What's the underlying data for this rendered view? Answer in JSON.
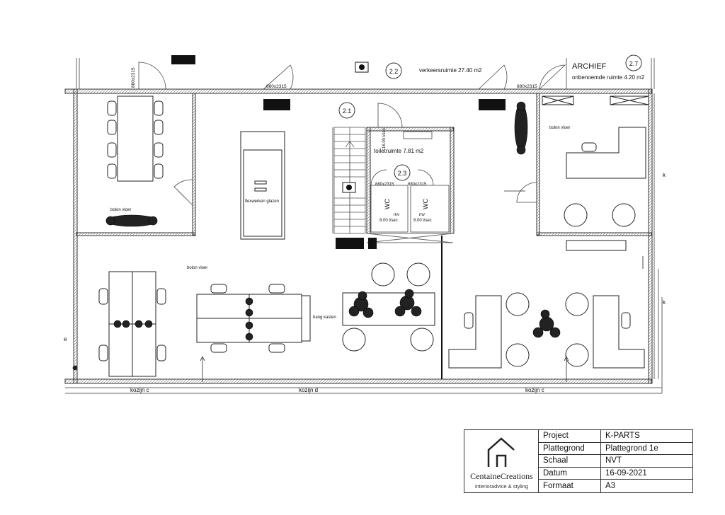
{
  "rooms": {
    "archief": "ARCHIEF",
    "onbenoemde": "onbenoemde ruimte 4.20 m2",
    "verkeers": "verkeersruimte 27.40 m2",
    "toilet": "toiletruimte 7.81 m2",
    "tag_27": "2.7",
    "tag_22": "2.2",
    "tag_21": "2.1",
    "tag_23": "2.3"
  },
  "doors": {
    "d1": "880x2315",
    "d2": "880x2315",
    "d3": "880x2315",
    "d4": "880x2315",
    "d5": "880x2315"
  },
  "wc": {
    "wc1": "WC",
    "wc2": "WC",
    "mv1": "mv",
    "mv2": "mv",
    "flow1": "8.00 l/sec",
    "flow2": "8.00 l/sec",
    "flow3": "16.00 l/sec"
  },
  "notes": {
    "bolon1": "bolon vloer",
    "bolon2": "bolon vloer",
    "bolon3": "bolon vloer",
    "flexwerk": "flexwerken glazen",
    "hang": "hang kasten"
  },
  "frames": {
    "kozijn1": "kozijn c",
    "kozijn2": "kozijn d",
    "kozijn3": "kozijn c",
    "k1": "k",
    "k2": "k",
    "e1": "e"
  },
  "titleblock": {
    "brand": "CentaineCreations",
    "tagline": "interioradvice & styling",
    "rows": [
      {
        "label": "Project",
        "value": "K-PARTS"
      },
      {
        "label": "Plattegrond",
        "value": "Plattegrond 1e"
      },
      {
        "label": "Schaal",
        "value": "NVT"
      },
      {
        "label": "Datum",
        "value": "16-09-2021"
      },
      {
        "label": "Formaat",
        "value": "A3"
      }
    ]
  }
}
